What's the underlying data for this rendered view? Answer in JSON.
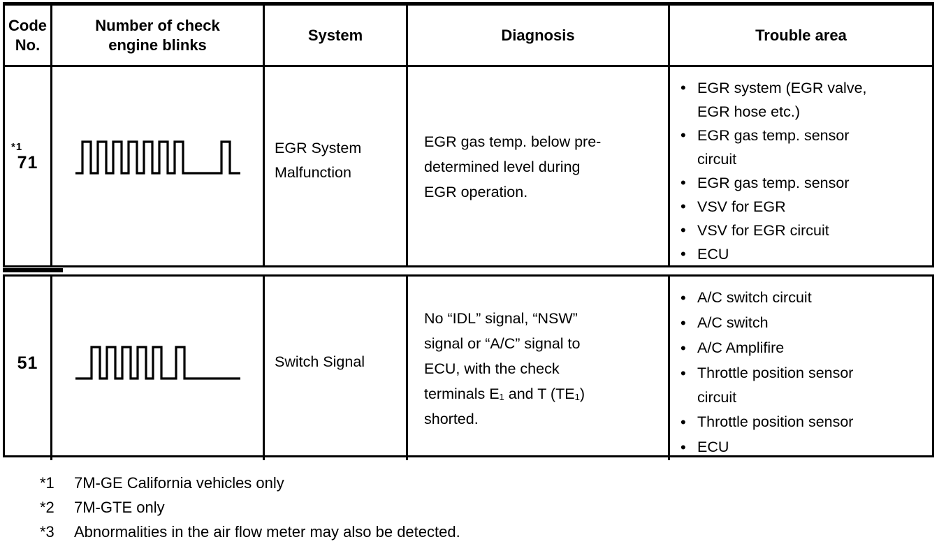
{
  "table": {
    "headers": [
      "Code No.",
      "Number of check engine blinks",
      "System",
      "Diagnosis",
      "Trouble area"
    ],
    "rows": [
      {
        "code_note": "*1",
        "code": "71",
        "blinks": [
          7,
          1
        ],
        "system": "EGR System Malfunction",
        "diagnosis": [
          "EGR gas temp. below pre-",
          "determined level during",
          "EGR operation."
        ],
        "trouble": [
          [
            "EGR system (EGR valve,",
            "EGR hose etc.)"
          ],
          [
            "EGR gas temp. sensor",
            "circuit"
          ],
          [
            "EGR gas temp. sensor"
          ],
          [
            "VSV for EGR"
          ],
          [
            "VSV for EGR circuit"
          ],
          [
            "ECU"
          ]
        ]
      },
      {
        "code": "51",
        "blinks": [
          5,
          1
        ],
        "system": "Switch Signal",
        "diagnosis": [
          "No “IDL” signal, “NSW”",
          "signal or “A/C” signal to",
          "ECU, with the check",
          "terminals E₁ and T (TE₁)",
          "shorted."
        ],
        "trouble": [
          [
            "A/C switch circuit"
          ],
          [
            "A/C switch"
          ],
          [
            "A/C Amplifire"
          ],
          [
            "Throttle position sensor",
            "circuit"
          ],
          [
            "Throttle position sensor"
          ],
          [
            "ECU"
          ]
        ]
      }
    ]
  },
  "footnotes": [
    {
      "mark": "*1",
      "text": "7M-GE California vehicles only"
    },
    {
      "mark": "*2",
      "text": "7M-GTE only"
    },
    {
      "mark": "*3",
      "text": "Abnormalities in the air flow meter may also be detected."
    }
  ]
}
